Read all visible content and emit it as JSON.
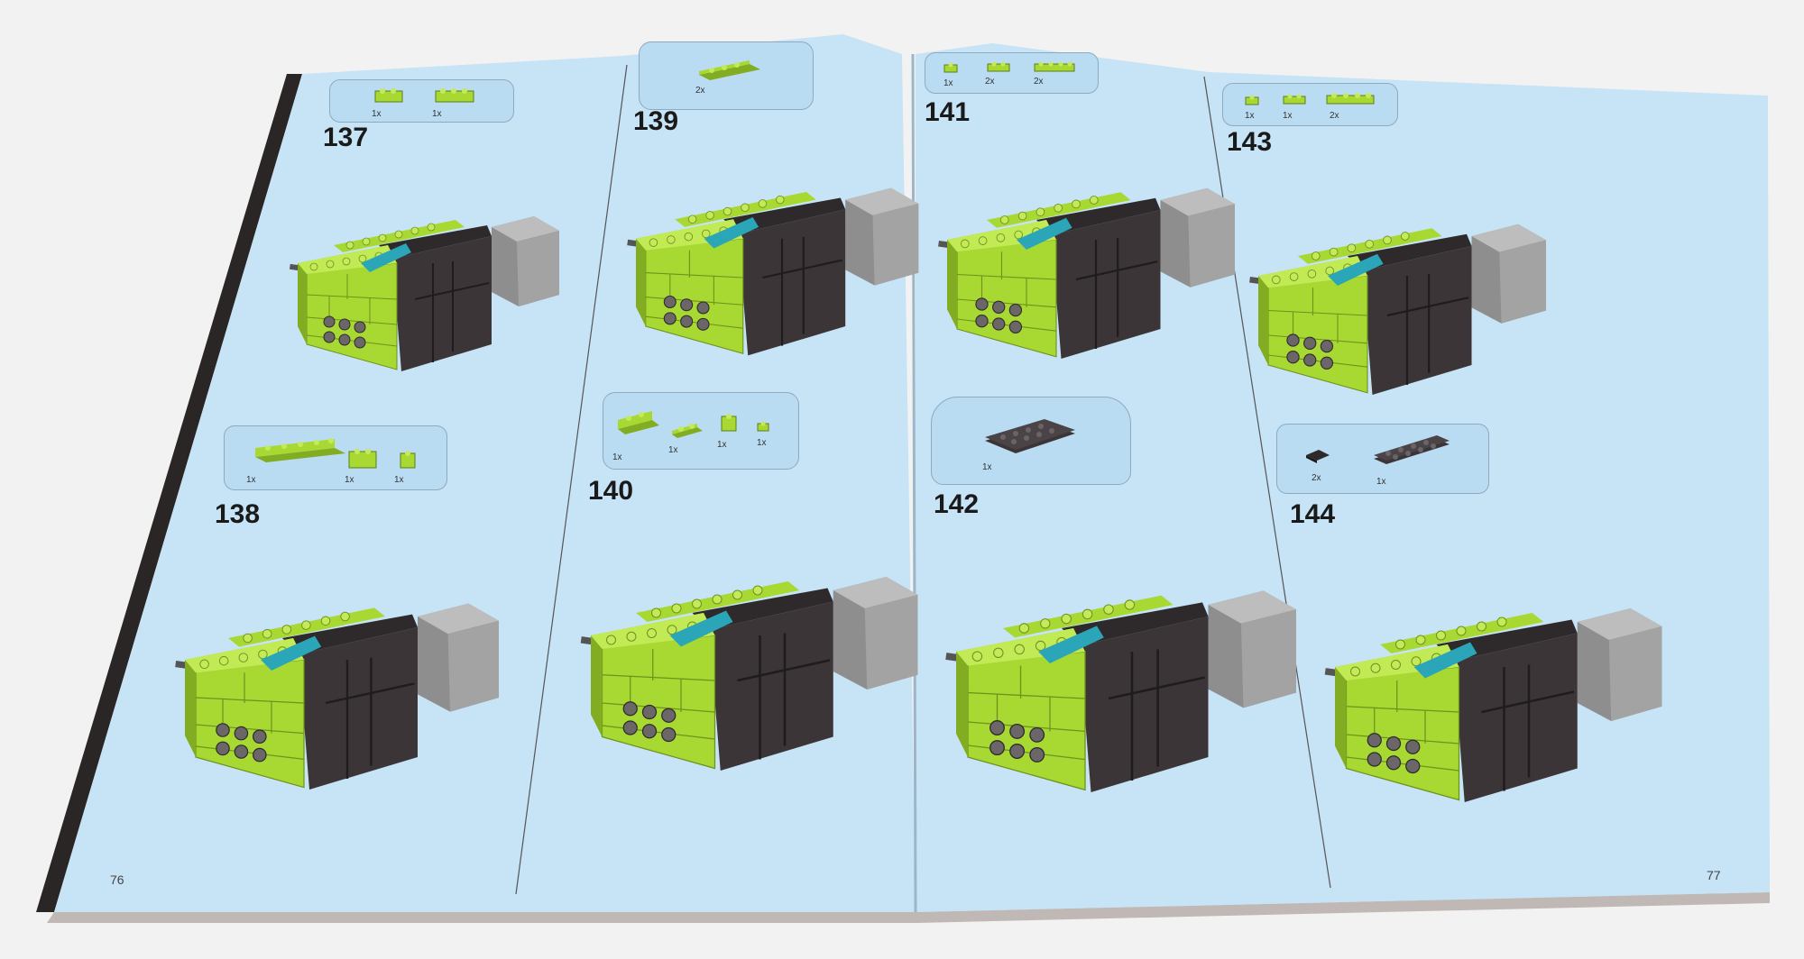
{
  "page_numbers": {
    "left": "76",
    "right": "77"
  },
  "colors": {
    "page": "#c7e3f6",
    "callout": "#b9dcf3",
    "lime": "#a8d832",
    "lime_dark": "#82ad22",
    "dark_brick": "#3b3537",
    "grey": "#9e9e9e",
    "teal": "#2aa6b8",
    "cover": "#2a2626"
  },
  "steps": [
    {
      "number": "137",
      "parts": [
        "1x",
        "1x"
      ]
    },
    {
      "number": "138",
      "parts": [
        "1x",
        "1x",
        "1x"
      ]
    },
    {
      "number": "139",
      "parts": [
        "2x"
      ]
    },
    {
      "number": "140",
      "parts": [
        "1x",
        "1x",
        "1x",
        "1x"
      ]
    },
    {
      "number": "141",
      "parts": [
        "1x",
        "2x",
        "2x"
      ]
    },
    {
      "number": "142",
      "parts": [
        "1x"
      ]
    },
    {
      "number": "143",
      "parts": [
        "1x",
        "1x",
        "2x"
      ]
    },
    {
      "number": "144",
      "parts": [
        "2x",
        "1x"
      ]
    }
  ]
}
